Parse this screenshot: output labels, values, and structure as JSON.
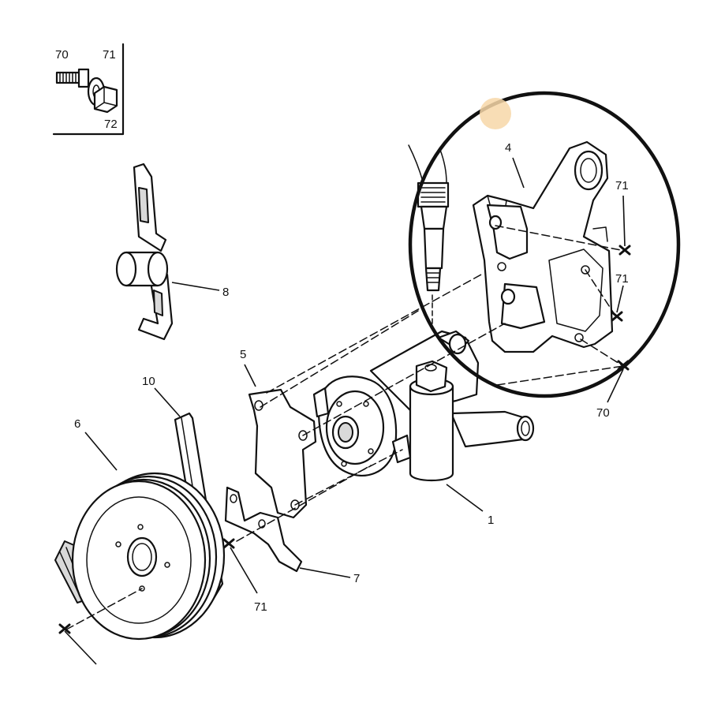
{
  "callouts": {
    "inset_70": "70",
    "inset_71": "71",
    "inset_72": "72",
    "part_4": "4",
    "part_71_upper": "71",
    "part_71_mid": "71",
    "part_70_right": "70",
    "part_8": "8",
    "part_5": "5",
    "part_10": "10",
    "part_6": "6",
    "part_1": "1",
    "part_7": "7",
    "part_71_lower": "71"
  },
  "colors": {
    "line": "#111111",
    "highlight_circle": "#111111",
    "marker_dot": "#f7d7a8"
  }
}
